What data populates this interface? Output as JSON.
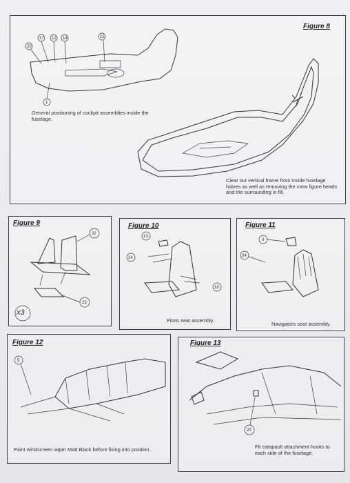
{
  "figures": {
    "fig8": {
      "title": "Figure 8",
      "caption_left": "General positioning of cockpit assemblies inside the fuselage.",
      "caption_right": "Clear out vertical frame from inside fuselage halves as well as removing the crew figure heads and the surrounding in fill.",
      "callouts": [
        "20",
        "17",
        "12",
        "14",
        "15",
        "1"
      ]
    },
    "fig9": {
      "title": "Figure 9",
      "callouts": [
        "22",
        "23"
      ],
      "multiplier": "x3"
    },
    "fig10": {
      "title": "Figure 10",
      "caption": "Pilots seat assembly.",
      "callouts": [
        "13",
        "24",
        "18"
      ]
    },
    "fig11": {
      "title": "Figure 11",
      "caption": "Navigators seat assembly.",
      "callouts": [
        "3",
        "24"
      ]
    },
    "fig12": {
      "title": "Figure 12",
      "caption": "Paint windscreen wiper Matt Black before fixing into position.",
      "callouts": [
        "5"
      ]
    },
    "fig13": {
      "title": "Figure 13",
      "caption": "Fit catapault attachment hooks to each side of the fuselage.",
      "callouts": [
        "20"
      ]
    }
  }
}
